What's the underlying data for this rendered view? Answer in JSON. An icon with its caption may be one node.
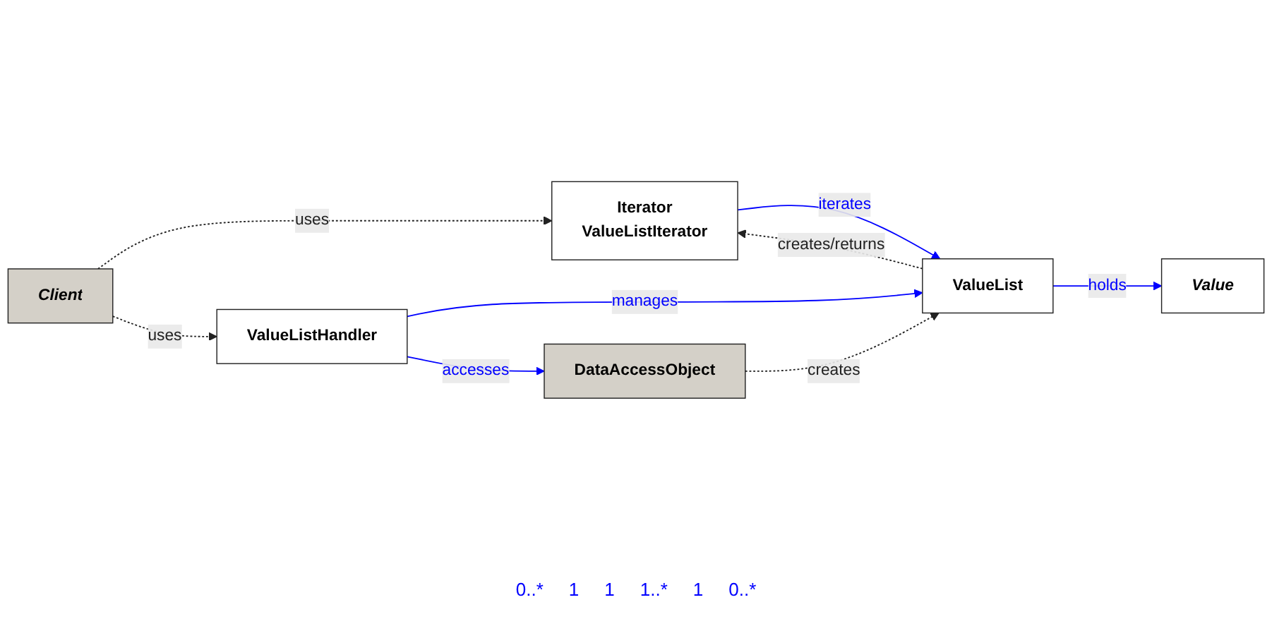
{
  "diagram": {
    "nodes": [
      {
        "text": [
          "Client"
        ]
      },
      {
        "text": [
          "Iterator",
          "ValueListIterator"
        ]
      },
      {
        "text": [
          "ValueListHandler"
        ]
      },
      {
        "text": [
          "ValueList"
        ]
      },
      {
        "text": [
          "Value"
        ]
      },
      {
        "text": [
          "DataAccessObject"
        ]
      }
    ],
    "edges": [
      {
        "from": 0,
        "to": 1,
        "arrow": "to",
        "label": "uses",
        "style": "dashed"
      },
      {
        "from": 0,
        "to": 2,
        "arrow": "to",
        "label": "uses",
        "style": "dashed"
      },
      {
        "from": 2,
        "to": 3,
        "arrow": "to",
        "label": "manages",
        "color": "#0000ff"
      },
      {
        "from": 1,
        "to": 3,
        "arrow": "to",
        "label": "iterates",
        "color": "#0000ff"
      },
      {
        "from": 3,
        "to": 1,
        "arrow": "to",
        "label": "creates/returns",
        "style": "dashed"
      },
      {
        "from": 3,
        "to": 4,
        "arrow": "to",
        "label": "holds",
        "color": "#0000ff"
      },
      {
        "from": 5,
        "to": 3,
        "arrow": "to",
        "label": "creates",
        "style": "dashed"
      },
      {
        "from": 2,
        "to": 5,
        "arrow": "to",
        "label": "accesses",
        "color": "#0000ff"
      }
    ],
    "labels": [
      "0..*",
      "1",
      "1",
      "1..*",
      "1",
      "0..*"
    ]
  }
}
